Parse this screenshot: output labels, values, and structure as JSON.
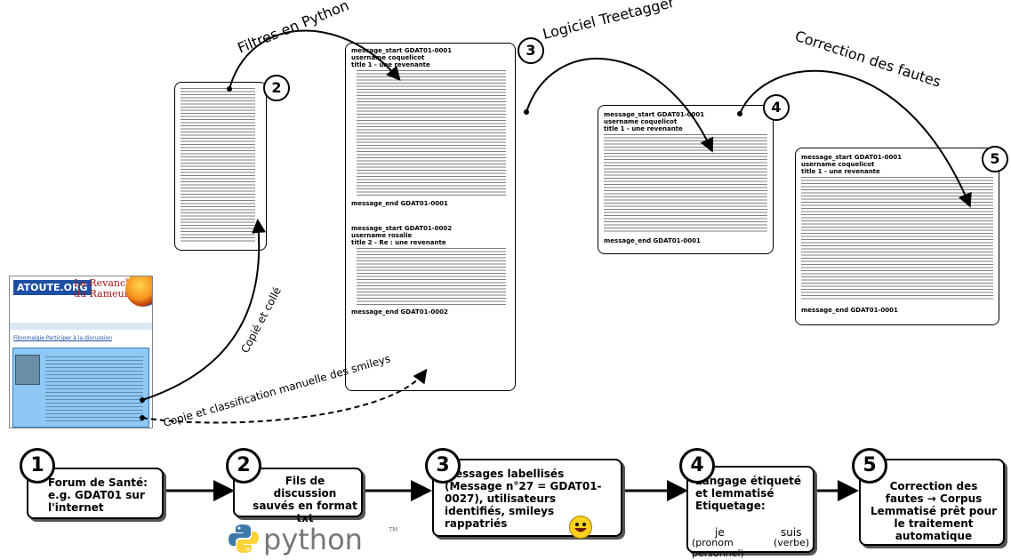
{
  "curve_labels": {
    "filtres": "Filtres en Python",
    "logiciel": "Logiciel Treetagger",
    "correction": "Correction des fautes",
    "copie": "Copié et collé",
    "classification": "Copie et classification manuelle des smileys"
  },
  "screenshot": {
    "logo_left": "ATOUTE.ORG",
    "logo_right_1": "La Revanche",
    "logo_right_2": "du Rameur",
    "topic_link": "Fibromalgie Participer à la discussion"
  },
  "doc3": {
    "msg1_start": "message_start GDAT01-0001",
    "msg1_user": "username coquelicot",
    "msg1_title": "title 1 - une revenante",
    "msg1_end": "message_end GDAT01-0001",
    "msg2_start": "message_start GDAT01-0002",
    "msg2_user": "username rosalie",
    "msg2_title": "title 2 - Re : une revenante",
    "msg2_end": "message_end GDAT01-0002"
  },
  "doc4": {
    "start": "message_start GDAT01-0001",
    "user": "username coquelicot",
    "title": "title 1 - une revenante",
    "end": "message_end GDAT01-0001"
  },
  "doc5": {
    "start": "message_start GDAT01-0001",
    "user": "username coquelicot",
    "title": "title 1 - une revenante",
    "end": "message_end GDAT01-0001"
  },
  "steps": [
    {
      "n": "1",
      "text": "Forum de Santé: e.g. GDAT01 sur l'internet"
    },
    {
      "n": "2",
      "text": "Fils de discussion sauvés en format txt"
    },
    {
      "n": "3",
      "text": "Messages labellisés (Message n°27 = GDAT01-0027), utilisateurs identifiés, smileys rappatriés"
    },
    {
      "n": "4",
      "text_bold": "Langage étiqueté et lemmatisé Etiquetage:",
      "example_word1": "je",
      "example_word2": "suis",
      "example_tag1": "(pronom",
      "example_tag2": "(verbe)",
      "example_tag3": "personnel)"
    },
    {
      "n": "5",
      "text": "Correction des fautes → Corpus Lemmatisé prêt pour le traitement automatique"
    }
  ],
  "python_word": "python",
  "python_tm": "TM",
  "colors": {
    "forum_post": "#8ec8f5",
    "logo_blue": "#1d4fa3",
    "logo_red": "#a01b1b",
    "python_blue": "#3c78aa",
    "python_yellow": "#ffd43b"
  },
  "icons": [
    "firefox-icon",
    "python-logo-icon",
    "smiley-icon",
    "arrow-icon"
  ]
}
